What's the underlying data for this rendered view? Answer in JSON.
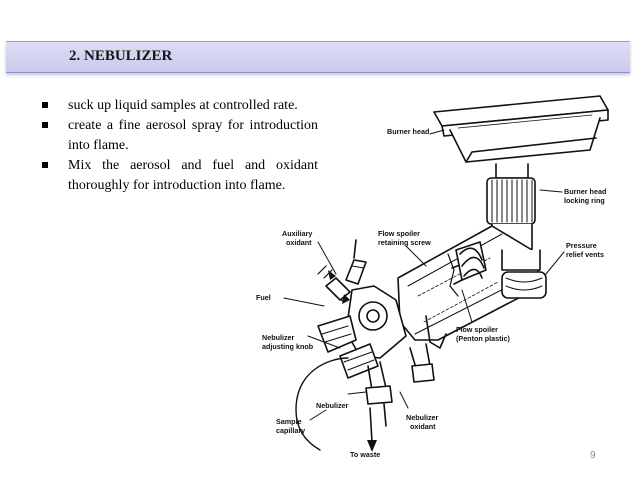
{
  "slide": {
    "title": "2. NEBULIZER",
    "bullets": [
      "suck up liquid samples at controlled rate.",
      "create a fine aerosol spray for introduction into flame.",
      "Mix the aerosol and fuel and oxidant thoroughly for introduction into flame."
    ],
    "page_number": "9"
  },
  "diagram": {
    "labels": {
      "burner_head": "Burner head",
      "burner_head_locking_ring_1": "Burner head",
      "burner_head_locking_ring_2": "locking ring",
      "pressure_relief_1": "Pressure",
      "pressure_relief_2": "relief vents",
      "flow_spoiler_screw_1": "Flow spoiler",
      "flow_spoiler_screw_2": "retaining screw",
      "auxiliary_oxidant_1": "Auxiliary",
      "auxiliary_oxidant_2": "oxidant",
      "fuel": "Fuel",
      "flow_spoiler_1": "Flow spoiler",
      "flow_spoiler_2": "(Penton plastic)",
      "nebulizer_knob_1": "Nebulizer",
      "nebulizer_knob_2": "adjusting knob",
      "nebulizer": "Nebulizer",
      "nebulizer_oxidant_1": "Nebulizer",
      "nebulizer_oxidant_2": "oxidant",
      "sample_capillary_1": "Sample",
      "sample_capillary_2": "capillary",
      "to_waste": "To waste"
    }
  }
}
